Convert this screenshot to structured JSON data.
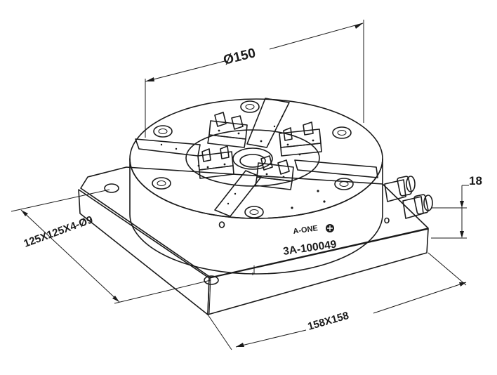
{
  "dimensions": {
    "diameter": "Ø150",
    "height": "18",
    "holes": "125X125X4-Ø9",
    "base": "158X158"
  },
  "marking": {
    "brand": "A-ONE",
    "part_number": "3A-100049"
  }
}
